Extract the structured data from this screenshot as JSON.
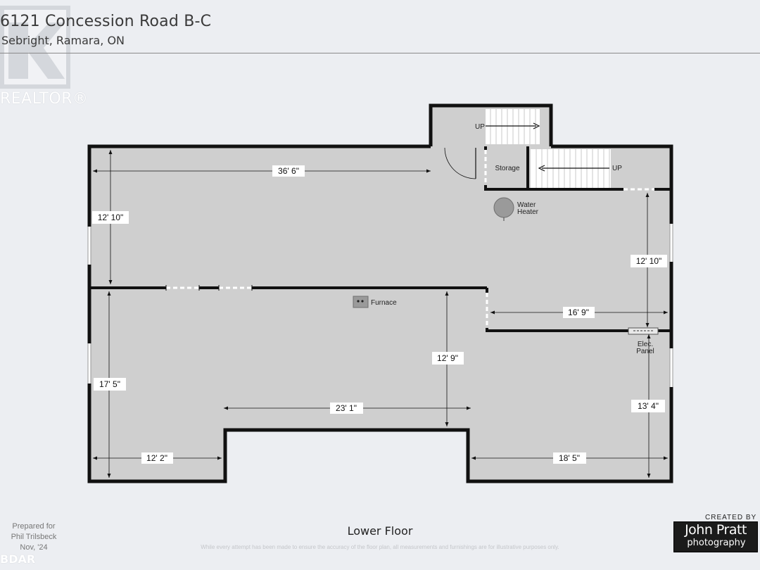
{
  "header": {
    "title": "6121 Concession Road B-C",
    "subtitle": "Sebright, Ramara, ON"
  },
  "watermarks": {
    "realtor": "REALTOR®",
    "brdar": "BDAR"
  },
  "plan": {
    "rooms": {
      "storage": "Storage",
      "water_heater_line1": "Water",
      "water_heater_line2": "Heater",
      "furnace": "Furnace",
      "elec_panel_line1": "Elec.",
      "elec_panel_line2": "Panel",
      "stairs_top": "UP",
      "stairs_right": "UP"
    },
    "dimensions": {
      "top_width": "36' 6\"",
      "left_upper_height": "12' 10\"",
      "right_upper_height": "12' 10\"",
      "middle_width": "16' 9\"",
      "center_height": "12' 9\"",
      "left_lower_height": "17' 5\"",
      "center_width": "23' 1\"",
      "right_lower_height": "13' 4\"",
      "bottom_left_width": "12' 2\"",
      "bottom_right_width": "18' 5\""
    },
    "floor_title": "Lower Floor",
    "disclaimer": "While every attempt has been made to ensure the accuracy of the floor plan, all measurements and furnishings are for illustrative purposes only."
  },
  "footer": {
    "prepared_line1": "Prepared for",
    "prepared_line2": "Phil Trilsbeck",
    "prepared_line3": "Nov, '24",
    "created_by": "CREATED BY",
    "badge_name": "John Pratt",
    "badge_sub": "photography"
  },
  "colors": {
    "background": "#eceef2",
    "floor": "#cfcfcf",
    "wall": "#111111",
    "stair": "#ffffff"
  }
}
